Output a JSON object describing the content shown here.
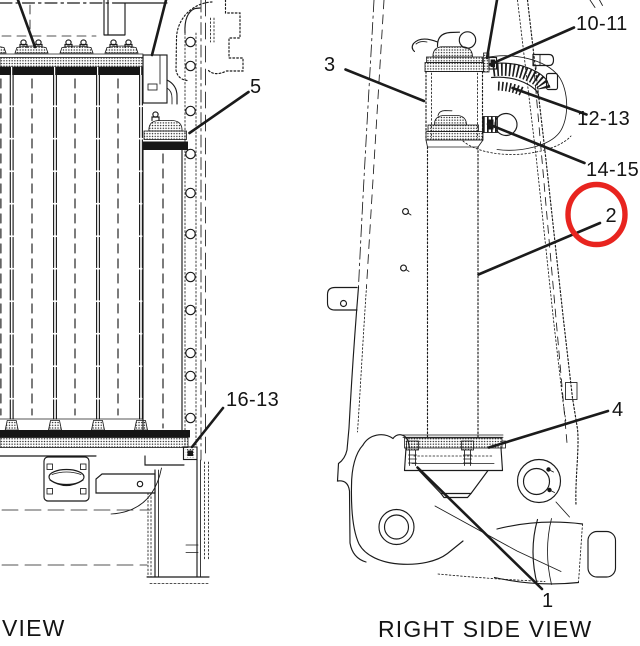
{
  "diagram": {
    "type": "machine-parts-diagram",
    "colors": {
      "background": "#ffffff",
      "line": "#1b1b1b",
      "text": "#141414",
      "highlight": "#e8241f"
    },
    "views": {
      "left": {
        "title": "VIEW",
        "callouts": [
          {
            "label": "5"
          },
          {
            "label": "16-13"
          }
        ]
      },
      "right": {
        "title": "RIGHT SIDE VIEW",
        "callouts": [
          {
            "label": "3"
          },
          {
            "label": "10-11"
          },
          {
            "label": "12-13"
          },
          {
            "label": "14-15"
          },
          {
            "label": "2",
            "highlighted": true
          },
          {
            "label": "4"
          },
          {
            "label": "1"
          }
        ]
      }
    }
  }
}
